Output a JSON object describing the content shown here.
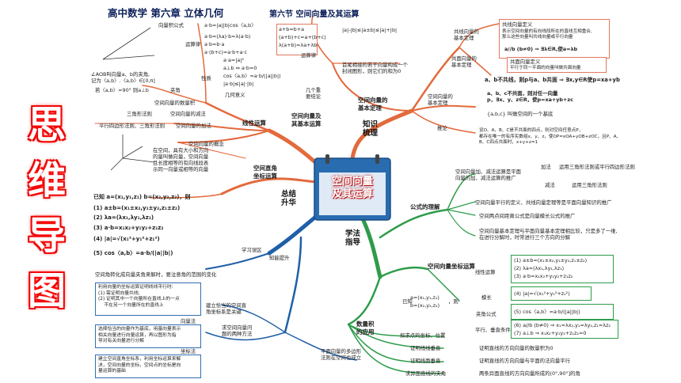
{
  "header": {
    "title": "高中数学  第六章  立体几何",
    "section": "第六节  空间向量及其运算"
  },
  "side_title": [
    "思",
    "维",
    "导",
    "图"
  ],
  "center": {
    "line1": "空间向量",
    "line2": "及其运算"
  },
  "main_nodes": {
    "knowledge": "知识\n梳理",
    "summary": "总结\n升华",
    "method": "学法\n指导"
  },
  "top_left": {
    "angle_desc": "∠AOB叫向量a、b的夹角,\n记为〈a,b〉.〈a,b〉∈[0,π]",
    "perp": "若〈a,b〉=90°  则a⊥b",
    "angle_label": "夹角",
    "dot_def": "a·b=|a||b|cos〈a,b〉",
    "dot_label": "向量积公式",
    "laws": [
      "a·b=(λa)·b=λ(a·b)",
      "a·b=b·a",
      "a·(b+c)=a·b+a·c"
    ],
    "law_label": "运算律",
    "props": [
      "a·a=|a|²",
      "a⊥b ⇔ a·b=0",
      "cos〈a,b〉=a·b/(|a||b|)",
      "|a·b|≤|a|·|b|"
    ],
    "prop_label": "性质",
    "geo": "几何意义",
    "scalar_product": "空间向量的数量积",
    "tri_rule": "三角形法则",
    "para_rule": "平行四边形法则、三角形法则",
    "sub_label": "空间向量的减法",
    "add_label": "空间向量的加法",
    "linear": "线性运算",
    "concept_desc": "在空间，具有大小和方向\n的量叫做向量，空间向量\n且长度相等的有向线段表\n示同一向量或相等的向量",
    "concept": "空间向量的概念",
    "ops": "空间向量及\n其基本运算"
  },
  "top_mid": {
    "rules": [
      "a+b=b+a",
      "(a+b)+c=a+(b+c)",
      "λ(a+b)=λa+λb"
    ],
    "rule_label": "运算律",
    "ineq": "|a|-|b|≤|a±b|≤|a|+|b|",
    "plane_desc": "首尾相接的若干向量构成一个\n封闭图形，则它们的和为0",
    "meaning": "几个重\n要结论",
    "basic_thm": "空间向量的\n基本定理"
  },
  "top_right": {
    "collinear": "共线向量的\n基本定理",
    "def_col": "共线向量定义",
    "col_desc": "表示空间向量的有向线段所在的直线互相重合,\n那么这些向量叫共线向量或平行向量",
    "col_thm": "a//b (b≠0) ⇒ ∃λ∈R,使a=λb",
    "coplanar": "共面向量的\n基本定理",
    "def_cop": "共面向量定义",
    "cop_desc": "平行于同一平面的向量叫做共面向量",
    "cop_thm": "a、b不共线，则p与a、b共面 ⇒ ∃x,y∈R使p=xa+yb",
    "basis": "空间向量的\n基本定理",
    "basis_a": "a、b、c不共面，则对任一向量\np，∃x、y、z∈R，使p=xa+yb+zc",
    "basis_b": "{a,b,c} 叫做空间的一个基底",
    "corollary": "推论",
    "cor_desc": "设O、A、B、C是不共面的四点，则对空间任意点P，\n都存在唯一的有序实数组x、y、z，使OP=xOA+yOB+zOC，且P、A、\nB、C四点共面时，x+y+z=1"
  },
  "right": {
    "understand": "公式的理解",
    "u1": "空间向量加、减法运算是平面\n向量的加、减法运算的推广",
    "u1a": "加法",
    "u1a_d": "运用三角形法则或平行四边形法则",
    "u1b": "减法",
    "u1b_d": "运用三角形法则",
    "u2": "空间向量平行的定义、共线向量定理等是平面向量知识的推广",
    "u3": "空间两点间距离公式是向量模长公式的推广",
    "u4": "空间向量基本定理与平面向量基本定理相比较，只是多了一维,\n在进行分解时，时常进行三个方向的分解",
    "coord": "空间向量坐标运算",
    "lin_op": "线性运算",
    "ops": [
      "(1)  a±b=(x₁±x₂,y₁±y₂,z₁±z₂)",
      "(2)  λa=(λx₁,λy₁,λz₁)",
      "(3)  a·b=x₁x₂+y₁y₂+z₁z₂"
    ],
    "given": "已知",
    "given_a": "a=(x₁,y₁,z₁)",
    "given_b": "b=(x₂,y₂,z₂)",
    "then": "，则",
    "mod": "模长",
    "mod_f": "(4)  |a|=√(x₁²+y₁²+z₁²)",
    "angle": "夹角公式",
    "angle_f": "(5)  cos〈a,b〉=a·b/(|a||b|)",
    "pv": "平行、垂直条件",
    "pv6": "(6)  a//b (b≠0) ⇒ x₁=λx₂,y₁=λy₂,z₁=λz₂",
    "pv7": "(7)  a⊥b ⇒ x₁x₂+y₁y₂+z₁z₂=0",
    "app": "数量积\n的应用",
    "app1": "探求点的坐标、位置",
    "app2": "证明线线垂直",
    "app2d": "证明直线的方向向量的数量积为0",
    "app3": "证明线面垂直",
    "app3d": "证明直线的方向向量与平面的法向量平行",
    "app4": "求异面直线的夹角",
    "app4d": "两条异面直线的方向向量所成的(0°,90°]的角"
  },
  "left_bottom": {
    "system": "空间直角\n坐标运算",
    "known": "已知 a=(x₁,y₁,z₁) b=(x₂,y₂,z₂)，则",
    "f1": "(1)  a±b=(x₁±x₂,y₁±y₂,z₁±z₂)",
    "f2": "(2)  λa=(λx₁,λy₁,λz₁)",
    "f3": "(3)  a·b=x₁x₂+y₁y₂+z₁z₂",
    "f4": "(4)  |a|=√(x₁²+y₁²+z₁²)",
    "f5": "(5)  cos〈a,b〉=a·b/(|a||b|)",
    "mistake": "学习误区",
    "mis_desc": "空间角转化成向量夹角来解时，要注意角的范围的变化",
    "ability": "知能提升",
    "ab1": "利用向量的坐标运算证明线线平行时:\n(1) 需证明向量共线;\n(2) 证明其中一个向量所在直线上的一点\n    不在另一个向量所在的直线上",
    "ab1_label": "建立恰当的空间直\n角坐标系是关键",
    "ab2_head": "向量法",
    "ab2": "选择恰当的向量作为基底，用基向量表示\n相关向量进行向量运算，再以图形为指\n导对有关向量进行分解",
    "ab3_head": "坐标法",
    "ab3": "建立空间直角坐标系，利用坐标运算来解\n决，空间向量的坐标，空间点的坐标是向\n量运算的基础",
    "ab_label": "求空间向量问\n题的两种方法",
    "ab4": "平面向量的多边形\n法则在空间也成立"
  },
  "colors": {
    "left": "#e36a3c",
    "right_top": "#e36a3c",
    "green": "#2e9c4a",
    "blue": "#1f5fa8",
    "title": "#0c1f5a"
  }
}
